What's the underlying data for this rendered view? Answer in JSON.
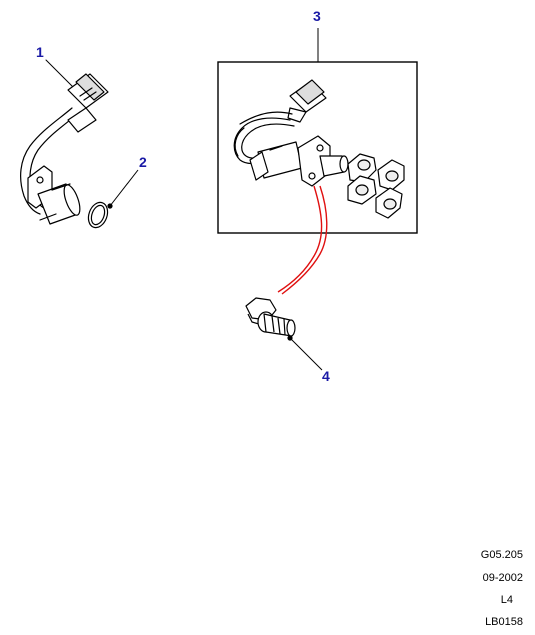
{
  "callouts": {
    "part1": "1",
    "part2": "2",
    "part3": "3",
    "part4": "4"
  },
  "reference": {
    "code": "G05.205",
    "date": "09-2002",
    "level": "L4",
    "id": "LB0158"
  },
  "colors": {
    "callout_text": "#1a1aa6",
    "line": "#000000",
    "highlight_wire": "#e01010"
  }
}
